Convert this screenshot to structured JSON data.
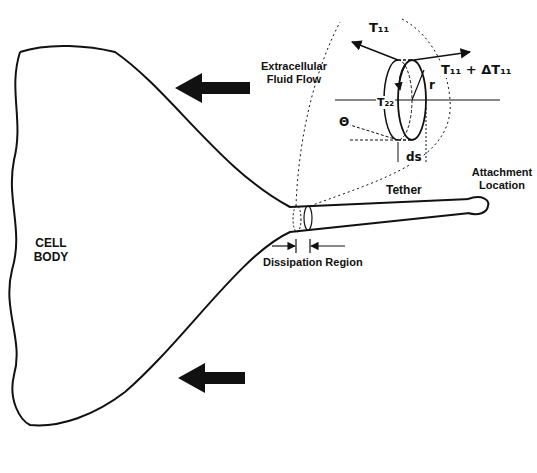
{
  "diagram": {
    "labels": [
      "T₁₁",
      "T₁₁ + ΔT₁₁",
      "T₂₂",
      "r",
      "Θ",
      "ds",
      "Extracellular Fluid Flow",
      "CELL BODY",
      "Dissipation Region",
      "Tether",
      "Attachment Location"
    ]
  }
}
